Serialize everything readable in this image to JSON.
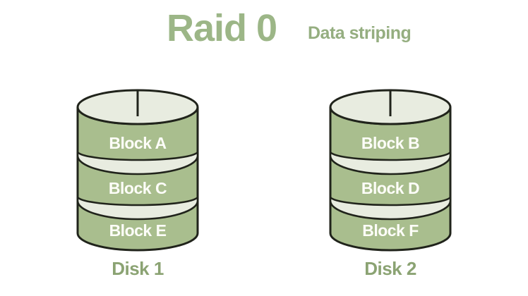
{
  "title": "Raid 0",
  "subtitle": "Data striping",
  "disks": [
    {
      "label": "Disk 1",
      "blocks": [
        "Block A",
        "Block C",
        "Block E"
      ]
    },
    {
      "label": "Disk 2",
      "blocks": [
        "Block B",
        "Block D",
        "Block F"
      ]
    }
  ],
  "colors": {
    "title": "#9cb687",
    "subtitle": "#95ae80",
    "disk_label": "#8ba373",
    "band": "#a9be8e",
    "cream": "#e8ece0",
    "outline": "#20231b",
    "block_text": "#fdfdf8",
    "background": "#ffffff"
  }
}
